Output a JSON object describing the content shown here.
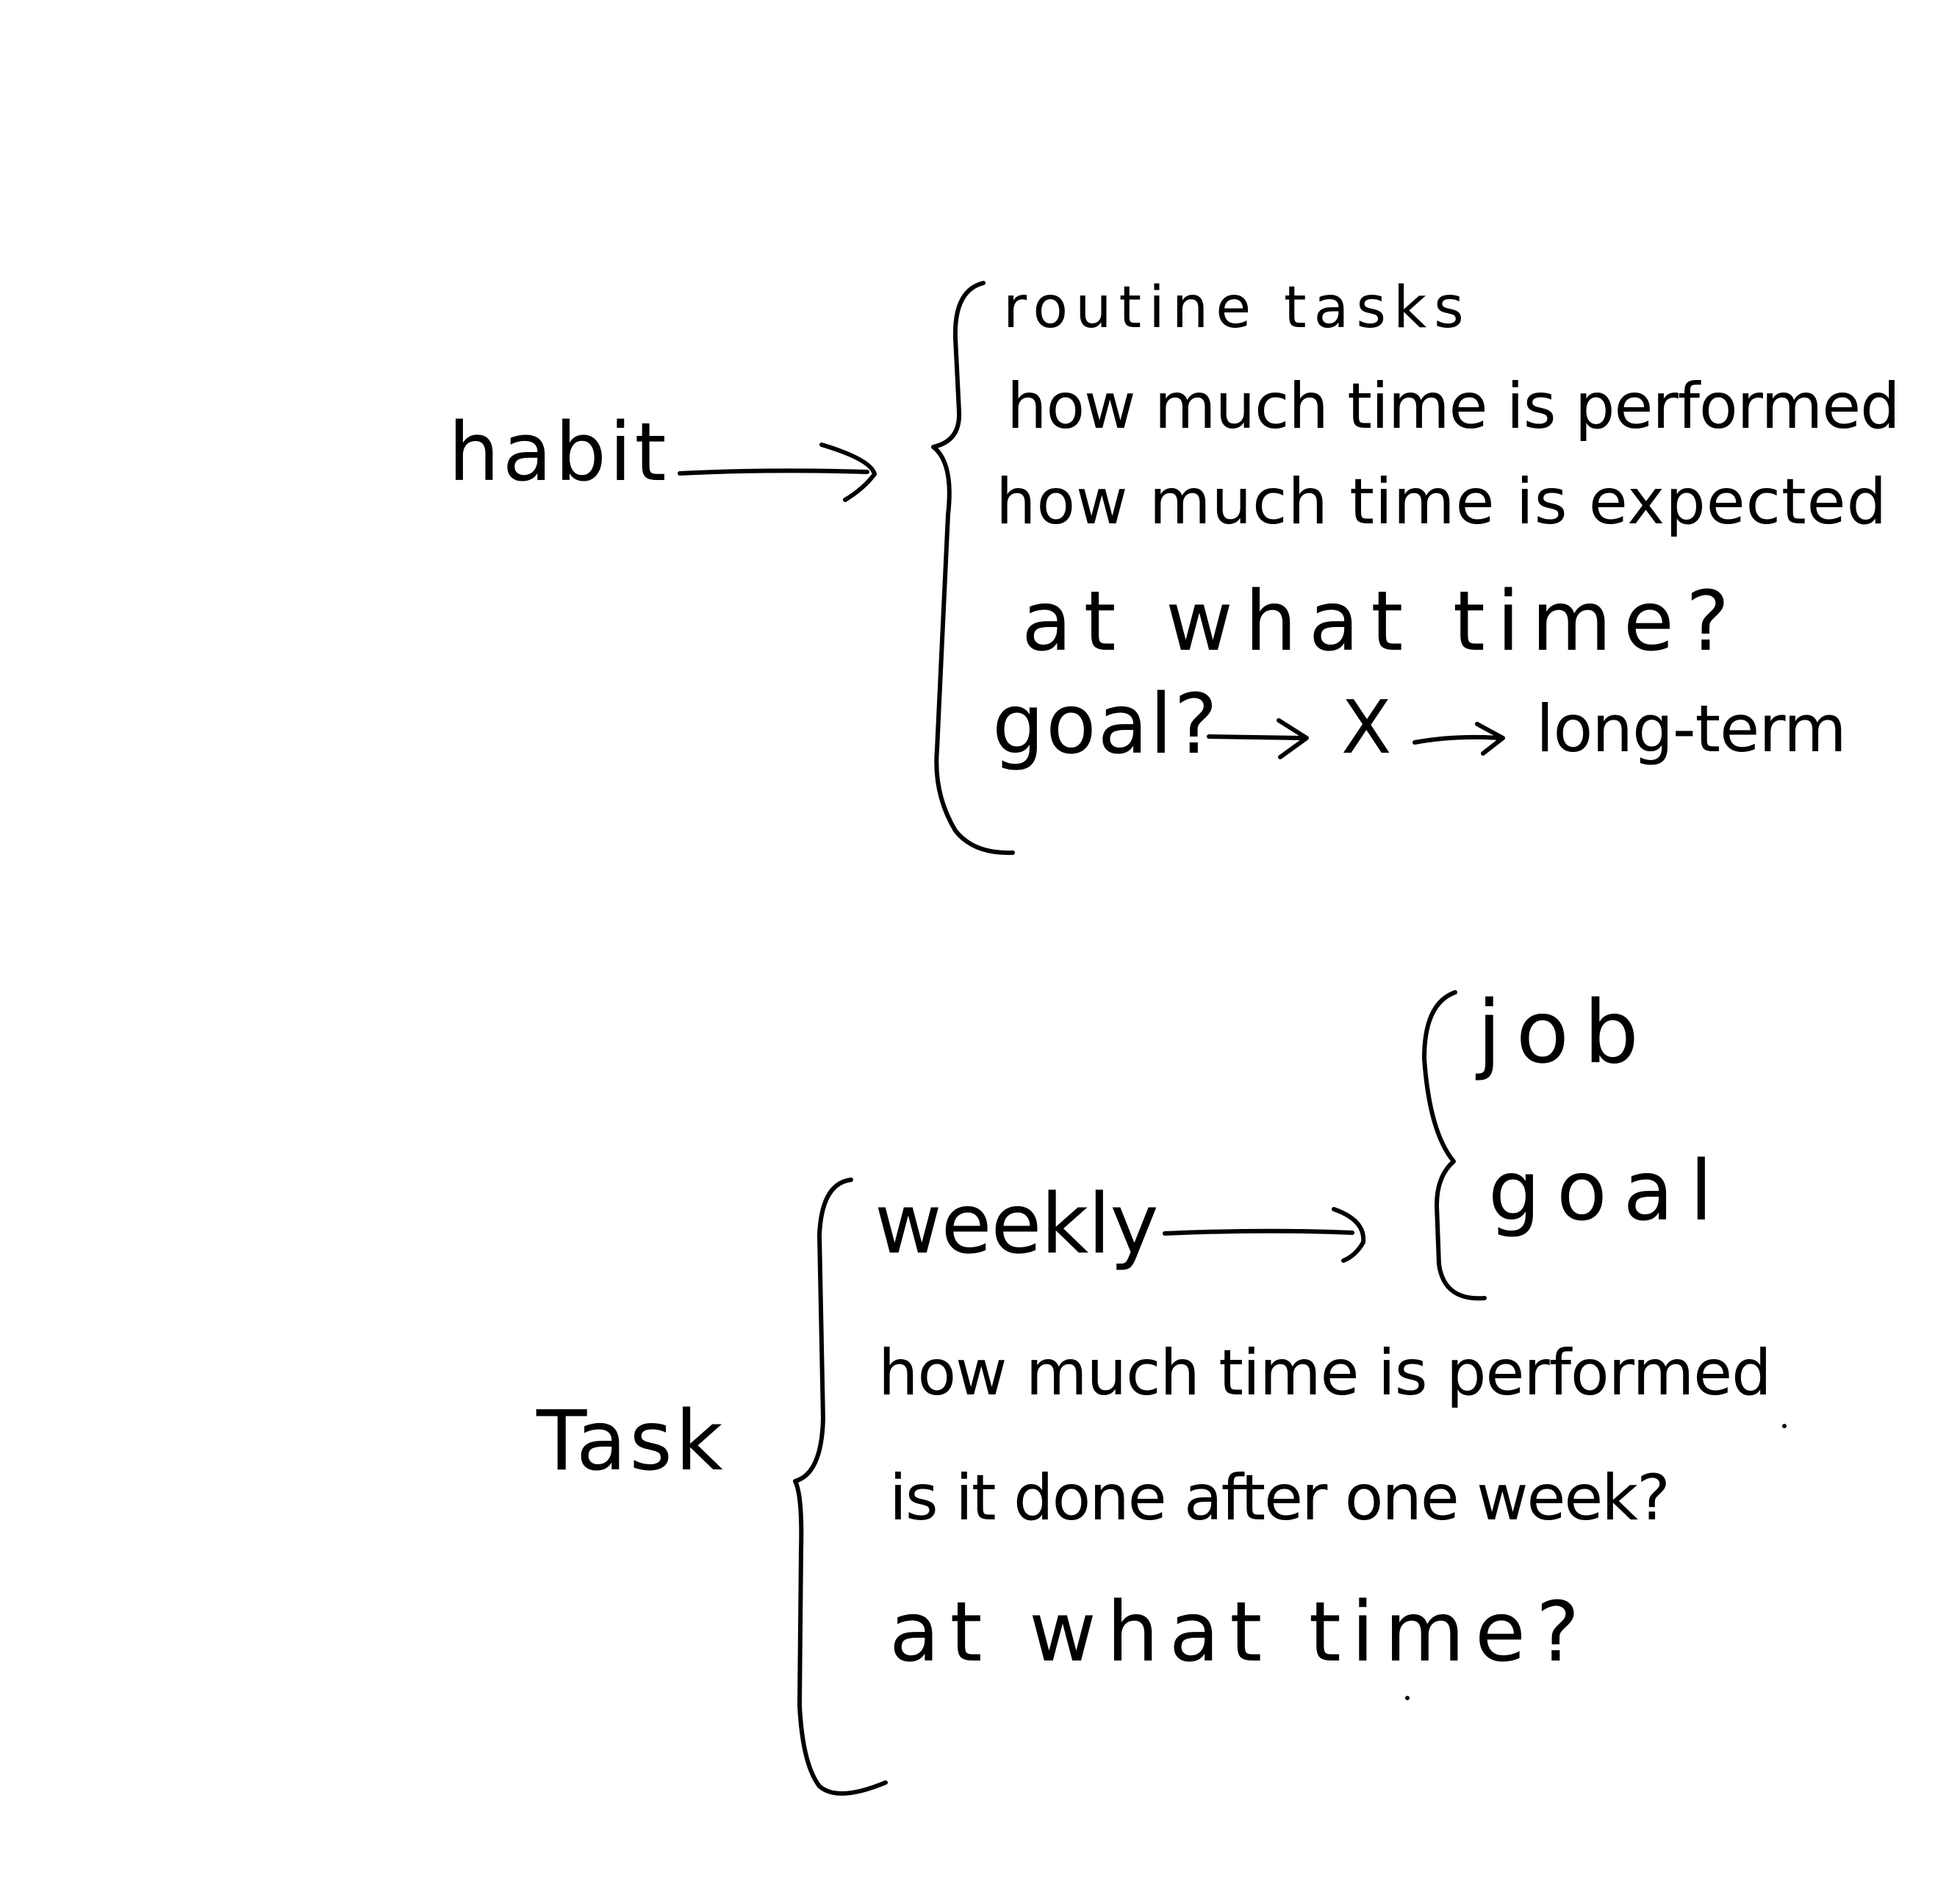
{
  "habit": {
    "label": "habit",
    "items": {
      "routine": "routine tasks",
      "performed": "how much time is performed",
      "expected": "how much time is expected",
      "at_time": "at what time?",
      "goal": "goal?",
      "x": "X",
      "long_term": "long-term"
    }
  },
  "task": {
    "label": "Task",
    "items": {
      "weekly": "weekly",
      "performed": "how much time is performed",
      "after_week": "is it done after one week?",
      "at_time": "at what time?"
    },
    "weekly_branch": {
      "job": "job",
      "goal": "goal"
    }
  },
  "colors": {
    "ink": "#000000",
    "background": "#ffffff"
  }
}
